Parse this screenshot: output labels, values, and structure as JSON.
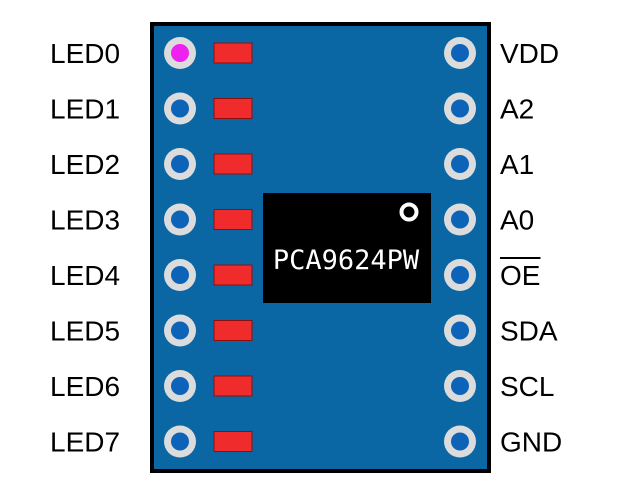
{
  "colors": {
    "board": "#0a67a3",
    "board_outline": "#000000",
    "pad_ring": "#dcdcdc",
    "pad_hole": "#0c63b8",
    "pad_hole_highlight": "#ee22ee",
    "led": "#ef2b2b",
    "chip": "#000000",
    "chip_text": "#ffffff"
  },
  "chip": {
    "label": "PCA9624PW",
    "pin1_marker_icon": "circle-marker"
  },
  "left_pins": [
    {
      "label": "LED0",
      "hole_color": "#ee22ee"
    },
    {
      "label": "LED1",
      "hole_color": "#0c63b8"
    },
    {
      "label": "LED2",
      "hole_color": "#0c63b8"
    },
    {
      "label": "LED3",
      "hole_color": "#0c63b8"
    },
    {
      "label": "LED4",
      "hole_color": "#0c63b8"
    },
    {
      "label": "LED5",
      "hole_color": "#0c63b8"
    },
    {
      "label": "LED6",
      "hole_color": "#0c63b8"
    },
    {
      "label": "LED7",
      "hole_color": "#0c63b8"
    }
  ],
  "right_pins": [
    {
      "label": "VDD",
      "overline": false
    },
    {
      "label": "A2",
      "overline": false
    },
    {
      "label": "A1",
      "overline": false
    },
    {
      "label": "A0",
      "overline": false
    },
    {
      "label": "OE",
      "overline": true
    },
    {
      "label": "SDA",
      "overline": false
    },
    {
      "label": "SCL",
      "overline": false
    },
    {
      "label": "GND",
      "overline": false
    }
  ]
}
